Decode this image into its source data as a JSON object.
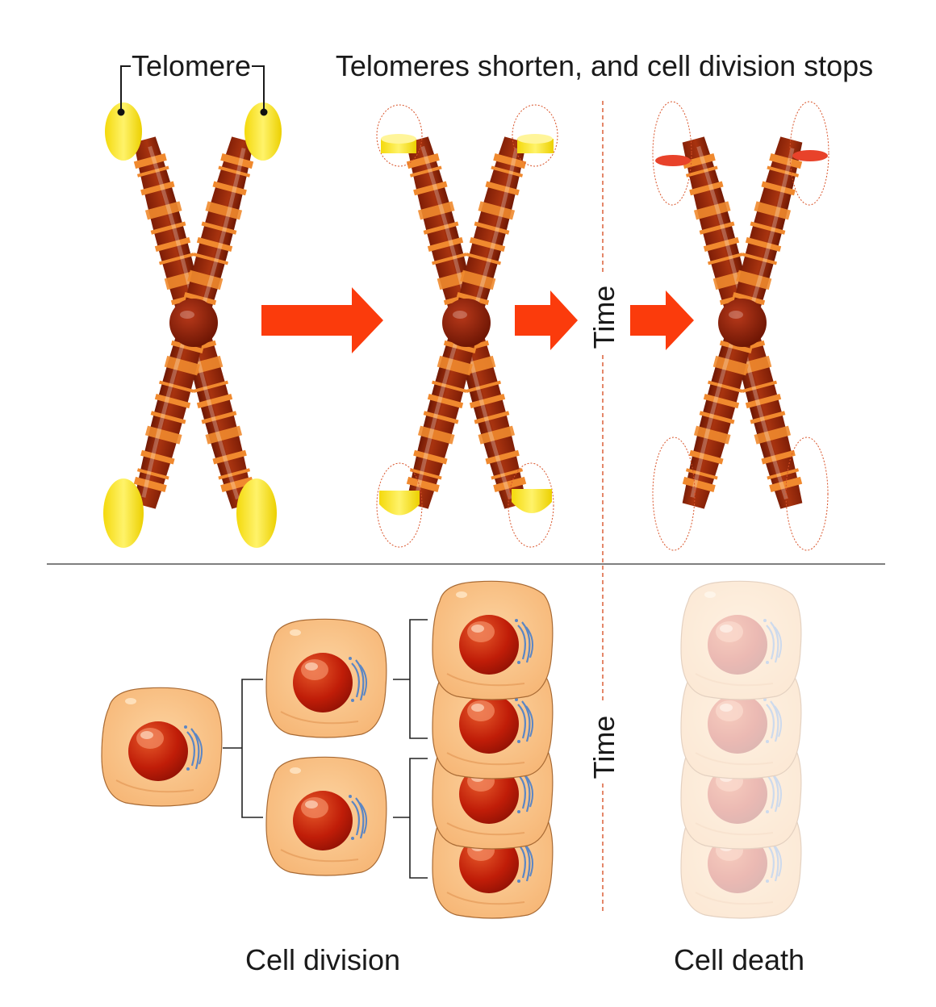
{
  "labels": {
    "telomere": "Telomere",
    "heading": "Telomeres shorten, and cell division stops",
    "time_top": "Time",
    "time_bottom": "Time",
    "cell_division": "Cell division",
    "cell_death": "Cell death"
  },
  "colors": {
    "arm": "#9c2b0e",
    "band": "#f0892e",
    "centromere": "#8c1f06",
    "telomere": "#f9e515",
    "telomere_spent": "#e8422a",
    "arrow": "#fb3b0c",
    "cell": "#fbc98c",
    "cell_outline": "#b07840",
    "nucleus": "#c4200a",
    "golgi": "#5b86c4",
    "divider": "#555555",
    "time_line": "#d9542a"
  },
  "telomere_stages": [
    "full",
    "short",
    "none"
  ]
}
